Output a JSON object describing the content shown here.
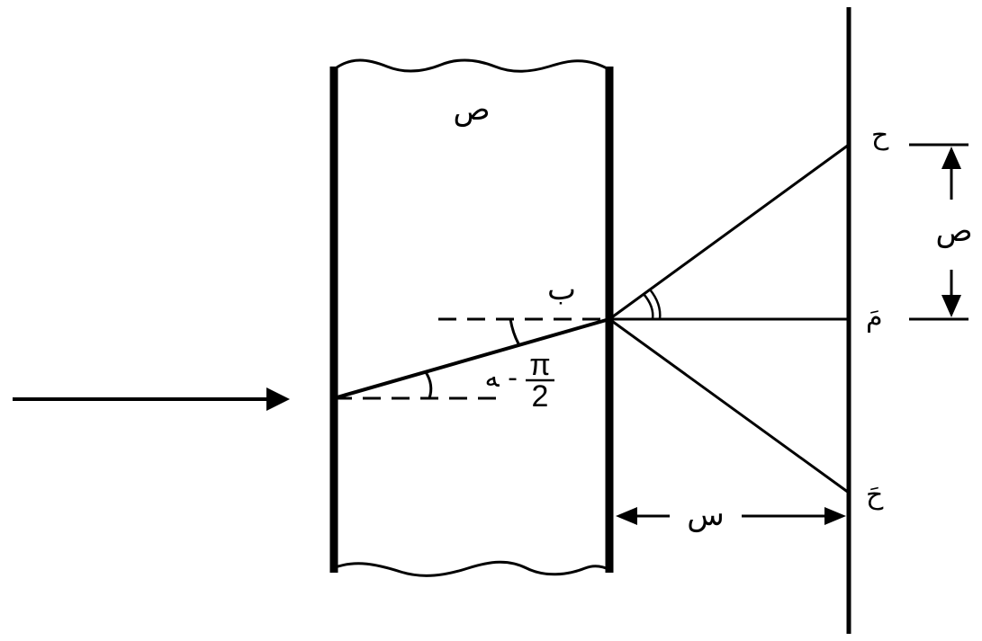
{
  "labels": {
    "plate": "ص",
    "exit_point": "ب",
    "upper_point": "ح",
    "center_point": "مَ",
    "lower_point": "حَ",
    "distance_x": "س",
    "distance_y": "ص"
  },
  "angle_label": {
    "numerator": "π",
    "denominator": "2",
    "rest": "ﻪ -"
  },
  "colors": {
    "ink": "#000000",
    "background": "#ffffff"
  }
}
